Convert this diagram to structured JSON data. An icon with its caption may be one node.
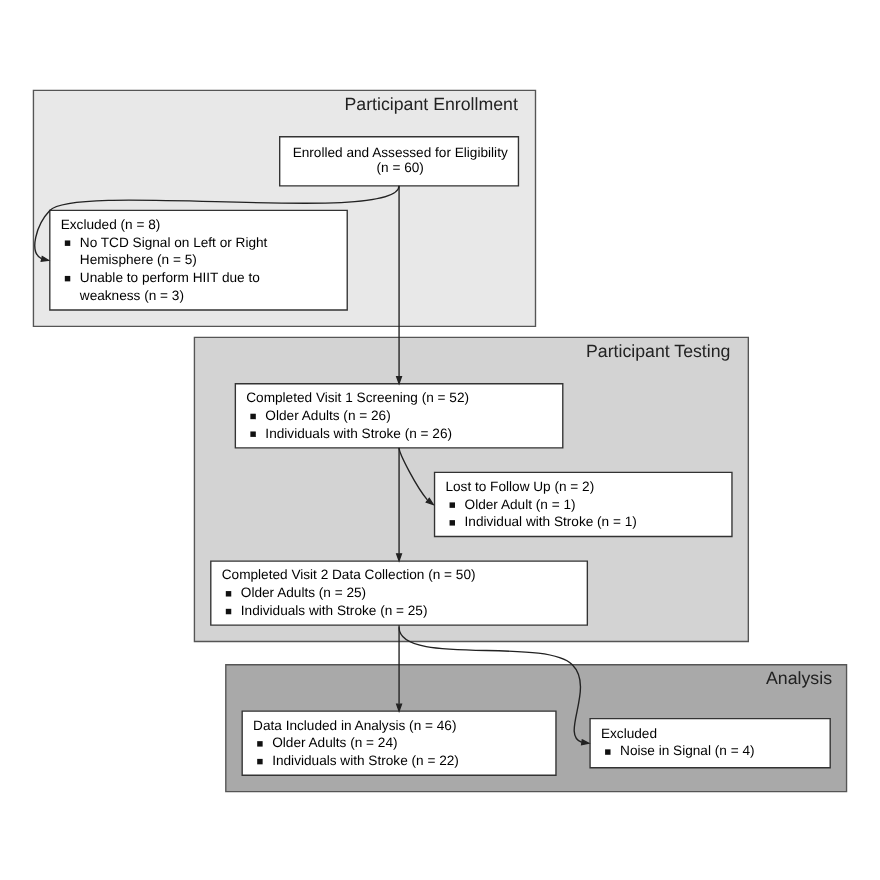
{
  "diagram": {
    "nodes": [
      {
        "text": [
          "Participant Enrollment"
        ]
      },
      {
        "text": [
          "Enrolled and Assessed for Eligibility (n = 60)"
        ],
        "in": 0
      },
      {
        "text": [
          "Excluded (n = 8)",
          "No TCD Signal on Left or Right Hemisphere (n = 5)",
          "Unable to perform HIIT due to weakness (n = 3)"
        ],
        "in": 0
      },
      {
        "text": [
          "Participant Testing"
        ]
      },
      {
        "text": [
          "Completed Visit 1 Screening (n = 52)",
          "Older Adults (n = 26)",
          "Individuals with Stroke (n = 26)"
        ],
        "in": 3
      },
      {
        "text": [
          "Lost to Follow Up (n = 2)",
          "Older Adult (n = 1)",
          "Individual with Stroke (n = 1)"
        ],
        "in": 3
      },
      {
        "text": [
          "Completed Visit 2 Data Collection (n = 50)",
          "Older Adults (n = 25)",
          "Individuals with Stroke (n = 25)"
        ],
        "in": 3
      },
      {
        "text": [
          "Analysis"
        ]
      },
      {
        "text": [
          "Excluded",
          "Noise in Signal (n = 4)"
        ],
        "in": 7
      },
      {
        "text": [
          "Data Included in Analysis (n = 46)",
          "Older Adults (n = 24)",
          "Individuals with Stroke (n = 22)"
        ],
        "in": 7
      }
    ],
    "edges": [
      {
        "from": 1,
        "to": 4,
        "arrow": "to"
      },
      {
        "from": 1,
        "to": 2,
        "arrow": "to"
      },
      {
        "from": 4,
        "to": 6,
        "arrow": "to"
      },
      {
        "from": 4,
        "to": 5,
        "arrow": "to"
      },
      {
        "from": 6,
        "to": 9,
        "arrow": "to"
      },
      {
        "from": 6,
        "to": 8,
        "arrow": "to"
      }
    ]
  }
}
